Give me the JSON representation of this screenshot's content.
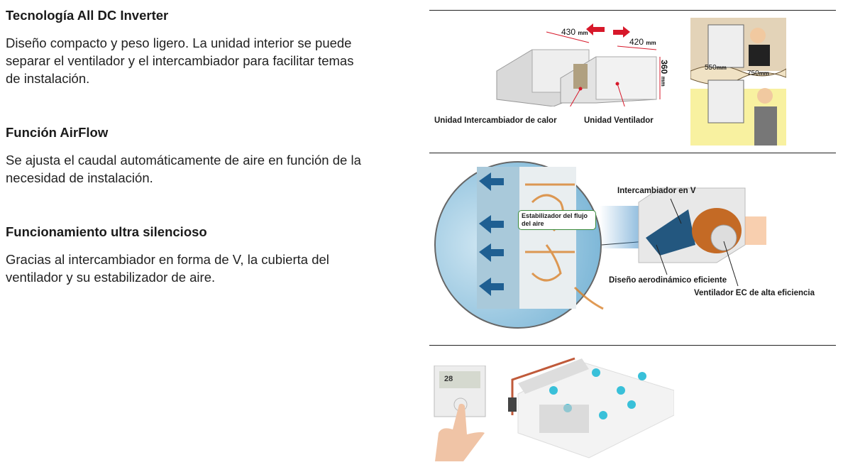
{
  "sections": [
    {
      "title": "Tecnología All DC Inverter",
      "body": "Diseño compacto y peso ligero. La unidad interior se puede\nseparar  el ventilador y el intercambiador para facilitar temas\nde instalación."
    },
    {
      "title": "Función AirFlow",
      "body": "Se ajusta el caudal automáticamente de aire en función de la\nnecesidad de instalación."
    },
    {
      "title": "Funcionamiento ultra silencioso",
      "body": "Gracias al intercambiador en forma de V, la cubierta del\nventilador y su estabilizador de aire."
    }
  ],
  "figure1": {
    "dim_width_left": "430",
    "dim_width_right": "420",
    "dim_height": "360",
    "unit": "mm",
    "label_left": "Unidad Intercambiador de calor",
    "label_right": "Unidad Ventilador",
    "install_dim_a": "550",
    "install_dim_b": "750"
  },
  "figure2": {
    "callout": "Estabilizador del flujo del aire",
    "label_top": "Intercambiador en V",
    "label_mid": "Diseño aerodinámico eficiente",
    "label_bottom": "Ventilador EC de alta eficiencia"
  },
  "figure3": {
    "thermostat_display": "28"
  },
  "colors": {
    "accent_red": "#d7182a",
    "air_blue": "#2a7fc0",
    "flow_orange": "#d9822b"
  }
}
